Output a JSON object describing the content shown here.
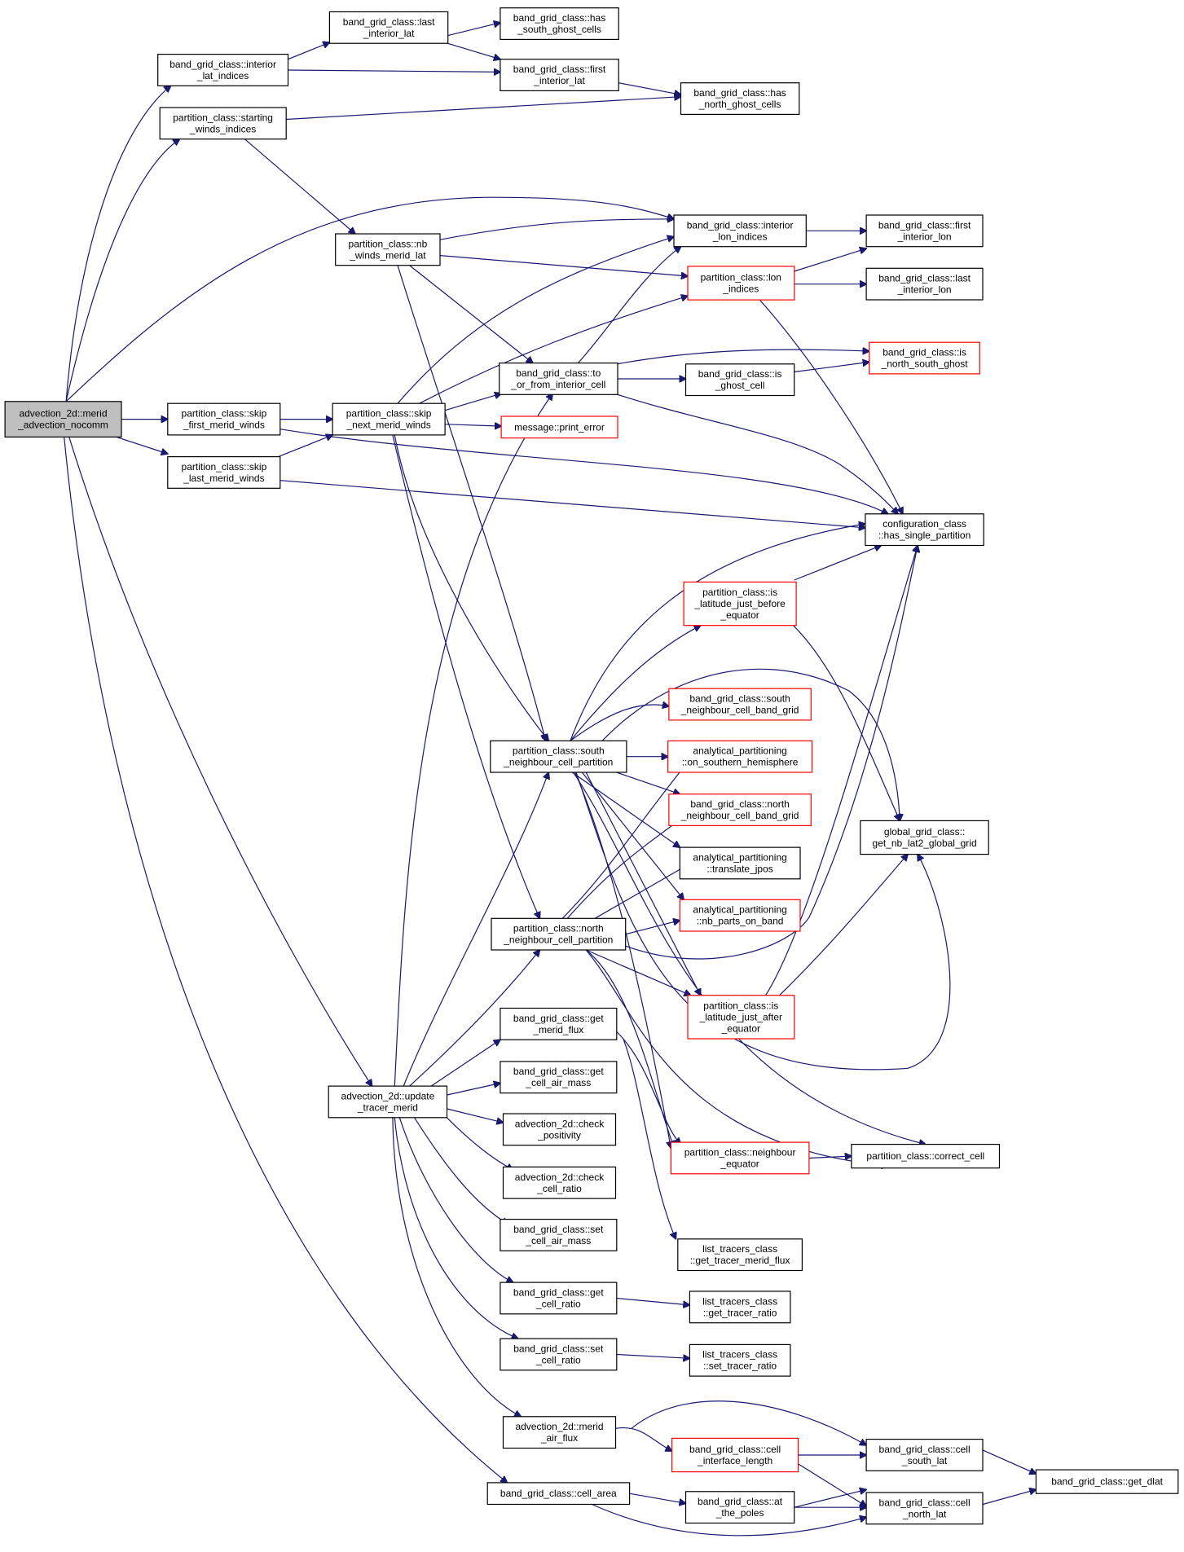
{
  "colors": {
    "edge": "#191970",
    "node_border": "#000000",
    "node_border_red": "#ff0000",
    "root_fill": "#bfbfbf"
  },
  "nodes": {
    "root": {
      "lines": [
        "advection_2d::merid",
        "_advection_nocomm"
      ],
      "root": true
    },
    "interior_lat": {
      "lines": [
        "band_grid_class::interior",
        "_lat_indices"
      ]
    },
    "last_int_lat": {
      "lines": [
        "band_grid_class::last",
        "_interior_lat"
      ]
    },
    "has_south": {
      "lines": [
        "band_grid_class::has",
        "_south_ghost_cells"
      ]
    },
    "first_int_lat": {
      "lines": [
        "band_grid_class::first",
        "_interior_lat"
      ]
    },
    "has_north": {
      "lines": [
        "band_grid_class::has",
        "_north_ghost_cells"
      ]
    },
    "starting": {
      "lines": [
        "partition_class::starting",
        "_winds_indices"
      ]
    },
    "nb_winds": {
      "lines": [
        "partition_class::nb",
        "_winds_merid_lat"
      ]
    },
    "interior_lon": {
      "lines": [
        "band_grid_class::interior",
        "_lon_indices"
      ]
    },
    "first_int_lon": {
      "lines": [
        "band_grid_class::first",
        "_interior_lon"
      ]
    },
    "lon_indices": {
      "lines": [
        "partition_class::lon",
        "_indices"
      ],
      "red": true
    },
    "last_int_lon": {
      "lines": [
        "band_grid_class::last",
        "_interior_lon"
      ]
    },
    "is_ns_ghost": {
      "lines": [
        "band_grid_class::is",
        "_north_south_ghost"
      ],
      "red": true
    },
    "to_from": {
      "lines": [
        "band_grid_class::to",
        "_or_from_interior_cell"
      ]
    },
    "is_ghost": {
      "lines": [
        "band_grid_class::is",
        "_ghost_cell"
      ]
    },
    "skip_first": {
      "lines": [
        "partition_class::skip",
        "_first_merid_winds"
      ]
    },
    "skip_next": {
      "lines": [
        "partition_class::skip",
        "_next_merid_winds"
      ]
    },
    "print_error": {
      "lines": [
        "message::print_error"
      ],
      "red": true
    },
    "skip_last": {
      "lines": [
        "partition_class::skip",
        "_last_merid_winds"
      ]
    },
    "single_part": {
      "lines": [
        "configuration_class",
        "::has_single_partition"
      ]
    },
    "lat_before": {
      "lines": [
        "partition_class::is",
        "_latitude_just_before",
        "_equator"
      ],
      "red": true
    },
    "south_band": {
      "lines": [
        "band_grid_class::south",
        "_neighbour_cell_band_grid"
      ],
      "red": true
    },
    "south_part": {
      "lines": [
        "partition_class::south",
        "_neighbour_cell_partition"
      ]
    },
    "southern_hemi": {
      "lines": [
        "analytical_partitioning",
        "::on_southern_hemisphere"
      ],
      "red": true
    },
    "north_band": {
      "lines": [
        "band_grid_class::north",
        "_neighbour_cell_band_grid"
      ],
      "red": true
    },
    "global_lat2": {
      "lines": [
        "global_grid_class::",
        "get_nb_lat2_global_grid"
      ]
    },
    "translate": {
      "lines": [
        "analytical_partitioning",
        "::translate_jpos"
      ]
    },
    "nb_parts": {
      "lines": [
        "analytical_partitioning",
        "::nb_parts_on_band"
      ],
      "red": true
    },
    "north_part": {
      "lines": [
        "partition_class::north",
        "_neighbour_cell_partition"
      ]
    },
    "lat_after": {
      "lines": [
        "partition_class::is",
        "_latitude_just_after",
        "_equator"
      ],
      "red": true
    },
    "merid_flux": {
      "lines": [
        "band_grid_class::get",
        "_merid_flux"
      ]
    },
    "air_mass": {
      "lines": [
        "band_grid_class::get",
        "_cell_air_mass"
      ]
    },
    "update": {
      "lines": [
        "advection_2d::update",
        "_tracer_merid"
      ]
    },
    "check_pos": {
      "lines": [
        "advection_2d::check",
        "_positivity"
      ]
    },
    "neigh_eq": {
      "lines": [
        "partition_class::neighbour",
        "_equator"
      ],
      "red": true
    },
    "correct_cell": {
      "lines": [
        "partition_class::correct_cell"
      ]
    },
    "check_ratio": {
      "lines": [
        "advection_2d::check",
        "_cell_ratio"
      ]
    },
    "set_air": {
      "lines": [
        "band_grid_class::set",
        "_cell_air_mass"
      ]
    },
    "tracer_flux": {
      "lines": [
        "list_tracers_class",
        "::get_tracer_merid_flux"
      ]
    },
    "get_ratio": {
      "lines": [
        "band_grid_class::get",
        "_cell_ratio"
      ]
    },
    "tr_get_ratio": {
      "lines": [
        "list_tracers_class",
        "::get_tracer_ratio"
      ]
    },
    "set_ratio": {
      "lines": [
        "band_grid_class::set",
        "_cell_ratio"
      ]
    },
    "tr_set_ratio": {
      "lines": [
        "list_tracers_class",
        "::set_tracer_ratio"
      ]
    },
    "air_flux": {
      "lines": [
        "advection_2d::merid",
        "_air_flux"
      ]
    },
    "iface_len": {
      "lines": [
        "band_grid_class::cell",
        "_interface_length"
      ],
      "red": true
    },
    "south_lat": {
      "lines": [
        "band_grid_class::cell",
        "_south_lat"
      ]
    },
    "get_dlat": {
      "lines": [
        "band_grid_class::get_dlat"
      ]
    },
    "cell_area": {
      "lines": [
        "band_grid_class::cell_area"
      ]
    },
    "at_poles": {
      "lines": [
        "band_grid_class::at",
        "_the_poles"
      ]
    },
    "north_lat": {
      "lines": [
        "band_grid_class::cell",
        "_north_lat"
      ]
    }
  }
}
